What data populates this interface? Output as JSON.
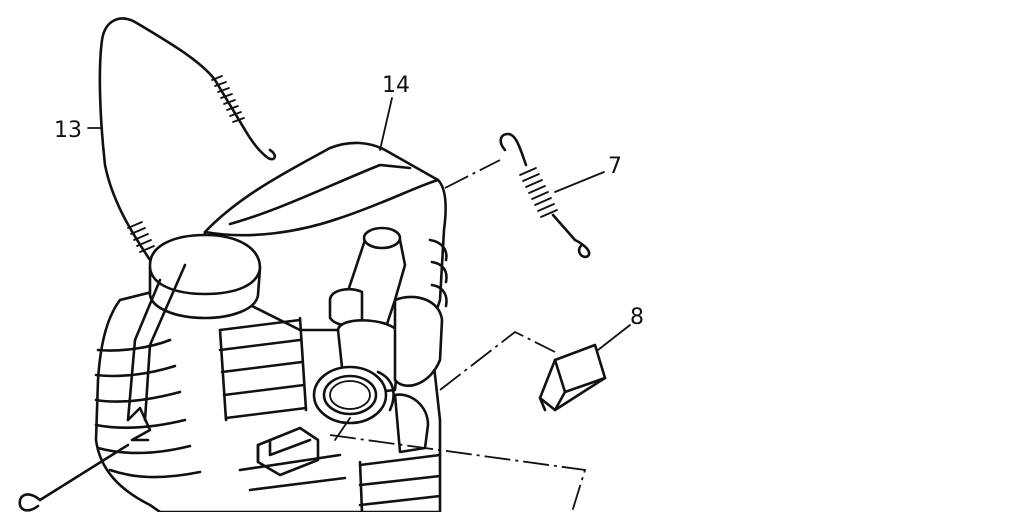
{
  "diagram": {
    "callouts": [
      {
        "id": "callout-13",
        "text": "13"
      },
      {
        "id": "callout-14",
        "text": "14"
      },
      {
        "id": "callout-7",
        "text": "7"
      },
      {
        "id": "callout-8",
        "text": "8"
      }
    ]
  }
}
